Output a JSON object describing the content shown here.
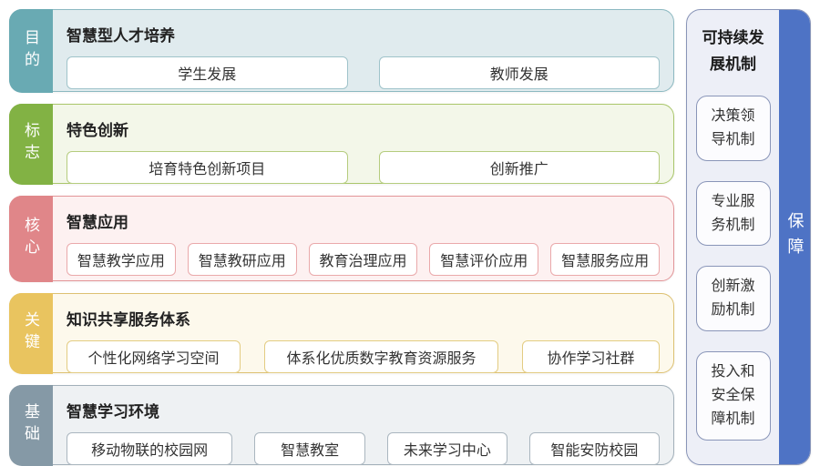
{
  "rows": [
    {
      "tab": "目的",
      "title": "智慧型人才培养",
      "items": [
        "学生发展",
        "教师发展"
      ],
      "colors": {
        "tab": "#69aab3",
        "border": "#8cb9c1",
        "bg": "#e0ebee",
        "item_border": "#9fc3ca"
      }
    },
    {
      "tab": "标志",
      "title": "特色创新",
      "items": [
        "培育特色创新项目",
        "创新推广"
      ],
      "colors": {
        "tab": "#82b244",
        "border": "#a9c66a",
        "bg": "#f3f7e9",
        "item_border": "#b5cc7e"
      }
    },
    {
      "tab": "核心",
      "title": "智慧应用",
      "items": [
        "智慧教学应用",
        "智慧教研应用",
        "教育治理应用",
        "智慧评价应用",
        "智慧服务应用"
      ],
      "colors": {
        "tab": "#e08689",
        "border": "#e29598",
        "bg": "#fdf1f1",
        "item_border": "#eaa9ab"
      }
    },
    {
      "tab": "关键",
      "title": "知识共享服务体系",
      "items": [
        "个性化网络学习空间",
        "体系化优质数字教育资源服务",
        "协作学习社群"
      ],
      "colors": {
        "tab": "#e9c45f",
        "border": "#ddc172",
        "bg": "#fdf9ec",
        "item_border": "#e3cc82"
      }
    },
    {
      "tab": "基础",
      "title": "智慧学习环境",
      "items": [
        "移动物联的校园网",
        "智慧教室",
        "未来学习中心",
        "智能安防校园"
      ],
      "colors": {
        "tab": "#8599a6",
        "border": "#a2b0ba",
        "bg": "#eef1f3",
        "item_border": "#aab6bf"
      }
    }
  ],
  "panel": {
    "title": "可持续发展机制",
    "items": [
      "决策领导机制",
      "专业服务机制",
      "创新激励机制",
      "投入和安全保障机制"
    ],
    "side_label": "保障",
    "colors": {
      "blue": "#4e73c5",
      "bg": "#edeff7",
      "border": "#8995b8",
      "box_bg": "#fcfcfe"
    }
  }
}
